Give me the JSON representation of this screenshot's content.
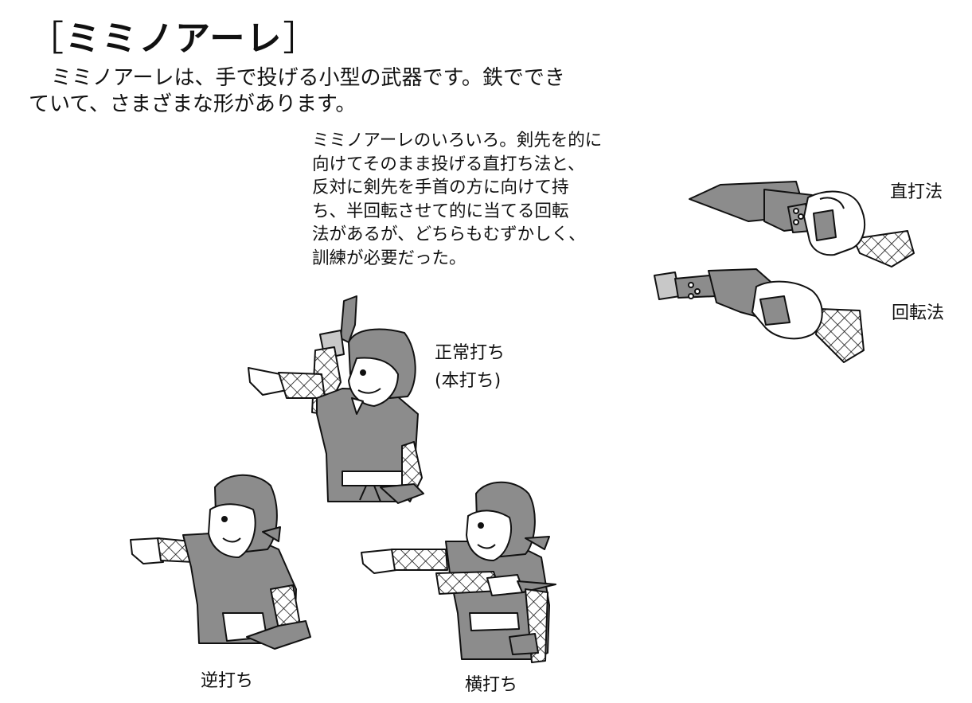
{
  "title": {
    "open_bracket": "［",
    "name": "ミミノアーレ",
    "close_bracket": "］"
  },
  "intro": {
    "line1": "ミミノアーレは、手で投げる小型の武器です。鉄ででき",
    "line2": "ていて、さまざまな形があります。"
  },
  "description": {
    "lines": [
      "ミミノアーレのいろいろ。剣先を的に",
      "向けてそのまま投げる直打ち法と、",
      "反対に剣先を手首の方に向けて持",
      "ち、半回転させて的に当てる回転",
      "法があるが、どちらもむずかしく、",
      "訓練が必要だった。"
    ]
  },
  "labels": {
    "direct": "直打法",
    "rotation": "回転法",
    "normal_line1": "正常打ち",
    "normal_line2": "(本打ち)",
    "reverse": "逆打ち",
    "side": "横打ち"
  },
  "colors": {
    "ink": "#111111",
    "gray_fill": "#8c8c8c",
    "light_fill": "#c8c8c8",
    "paper": "#ffffff"
  }
}
